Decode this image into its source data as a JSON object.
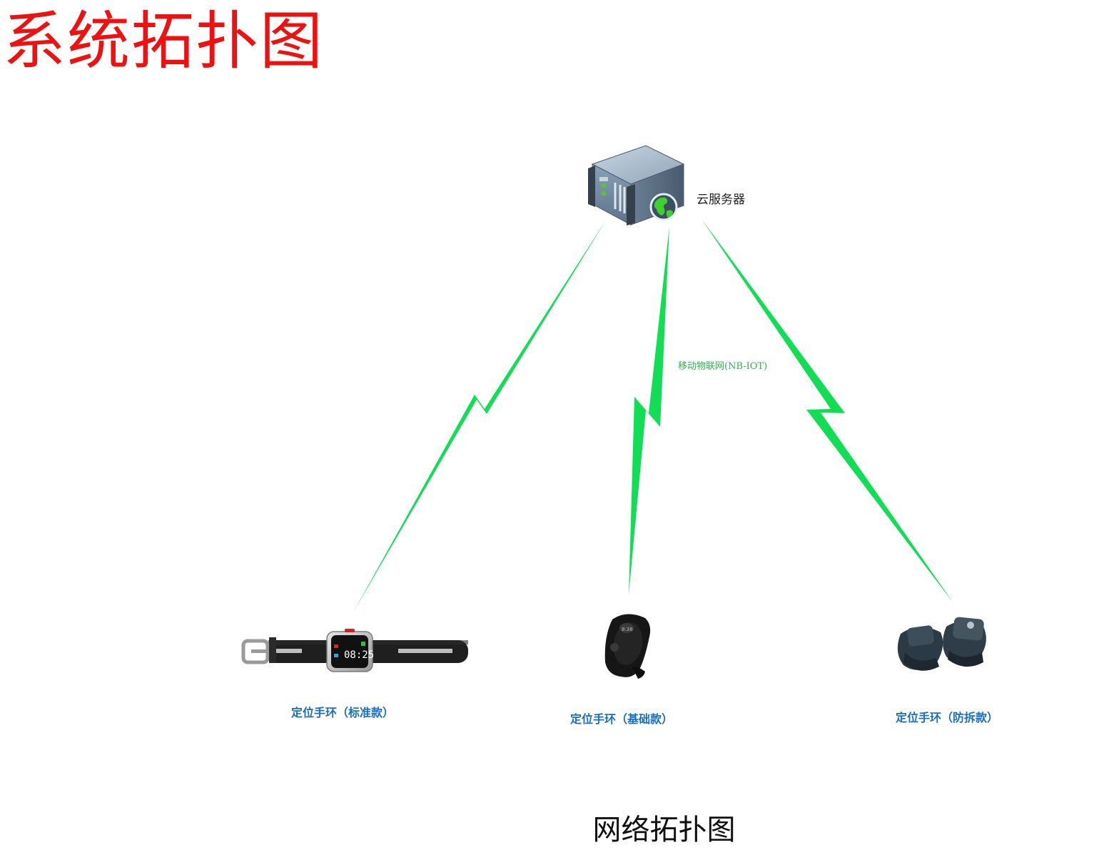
{
  "page": {
    "title": "系统拓扑图",
    "caption": "网络拓扑图"
  },
  "server": {
    "label": "云服务器",
    "icon": "cloud-server-icon"
  },
  "link": {
    "label": "移动物联网(NB-IOT)",
    "color": "#11dd55"
  },
  "devices": [
    {
      "label": "定位手环（标准款）",
      "icon": "smartwatch-icon"
    },
    {
      "label": "定位手环（基础款）",
      "icon": "fitness-band-icon"
    },
    {
      "label": "定位手环（防拆款）",
      "icon": "anti-tamper-bracelet-icon"
    }
  ],
  "colors": {
    "title": "#ee1111",
    "device_label": "#1a6fc0",
    "link": "#11dd55"
  }
}
